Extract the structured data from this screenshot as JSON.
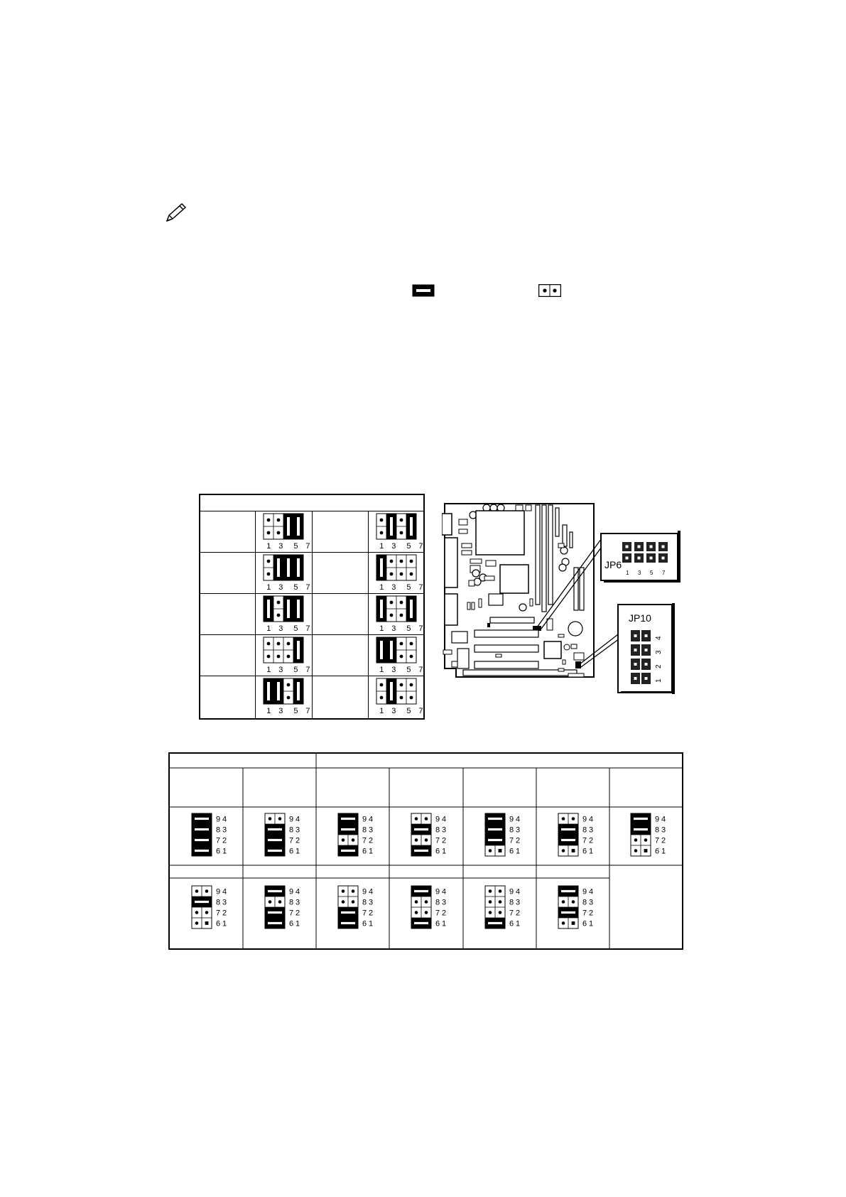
{
  "legend": {
    "pencil_icon": "pencil-icon",
    "closed_icon": "jumper-closed-icon",
    "open_icon": "jumper-open-icon"
  },
  "jp6": {
    "pin_labels": [
      "1",
      "3",
      "5",
      "7"
    ]
  },
  "board": {
    "jp6_label": "JP6",
    "jp6_pins": [
      "1",
      "3",
      "5",
      "7"
    ],
    "jp10_label": "JP10",
    "jp10_pins": [
      "1",
      "2",
      "3",
      "4"
    ]
  },
  "jp10": {
    "pin_labels_left": [
      "9",
      "8",
      "7",
      "6"
    ],
    "pin_labels_right": [
      "4",
      "3",
      "2",
      "1"
    ]
  }
}
